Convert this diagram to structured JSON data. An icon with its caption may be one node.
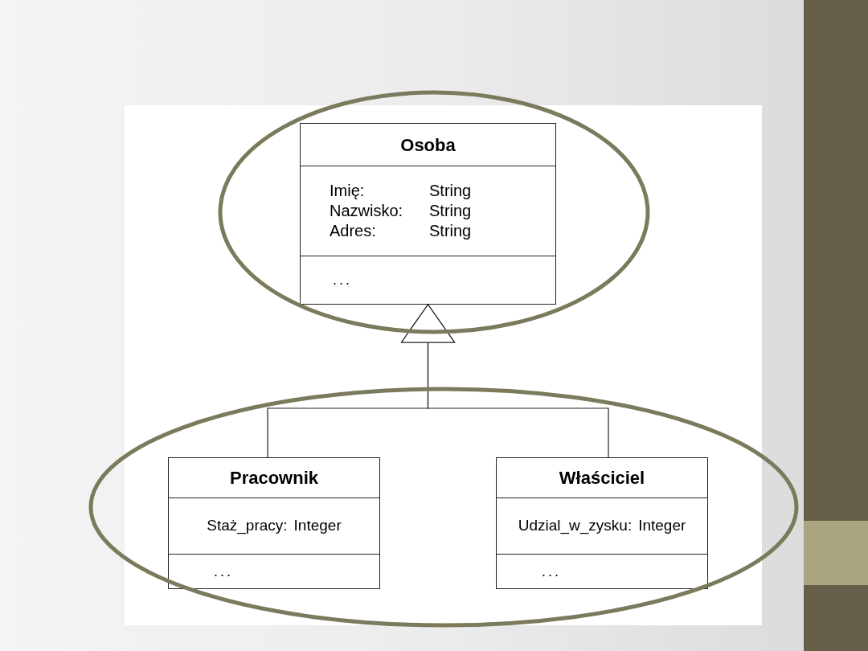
{
  "diagram": {
    "nodes": [
      {
        "text": [
          "Osoba",
          "Imię:",
          "String",
          "Nazwisko:",
          "String",
          "Adres:",
          "String",
          "..."
        ]
      },
      {
        "text": [
          "Pracownik",
          "Staż_pracy:",
          "Integer",
          "..."
        ]
      },
      {
        "text": [
          "Właściciel",
          "Udzial_w_zysku:",
          "Integer",
          "..."
        ]
      }
    ],
    "edges": [
      {
        "from": 1,
        "to": 0,
        "arrow": "to"
      },
      {
        "from": 2,
        "to": 0,
        "arrow": "to"
      }
    ]
  }
}
